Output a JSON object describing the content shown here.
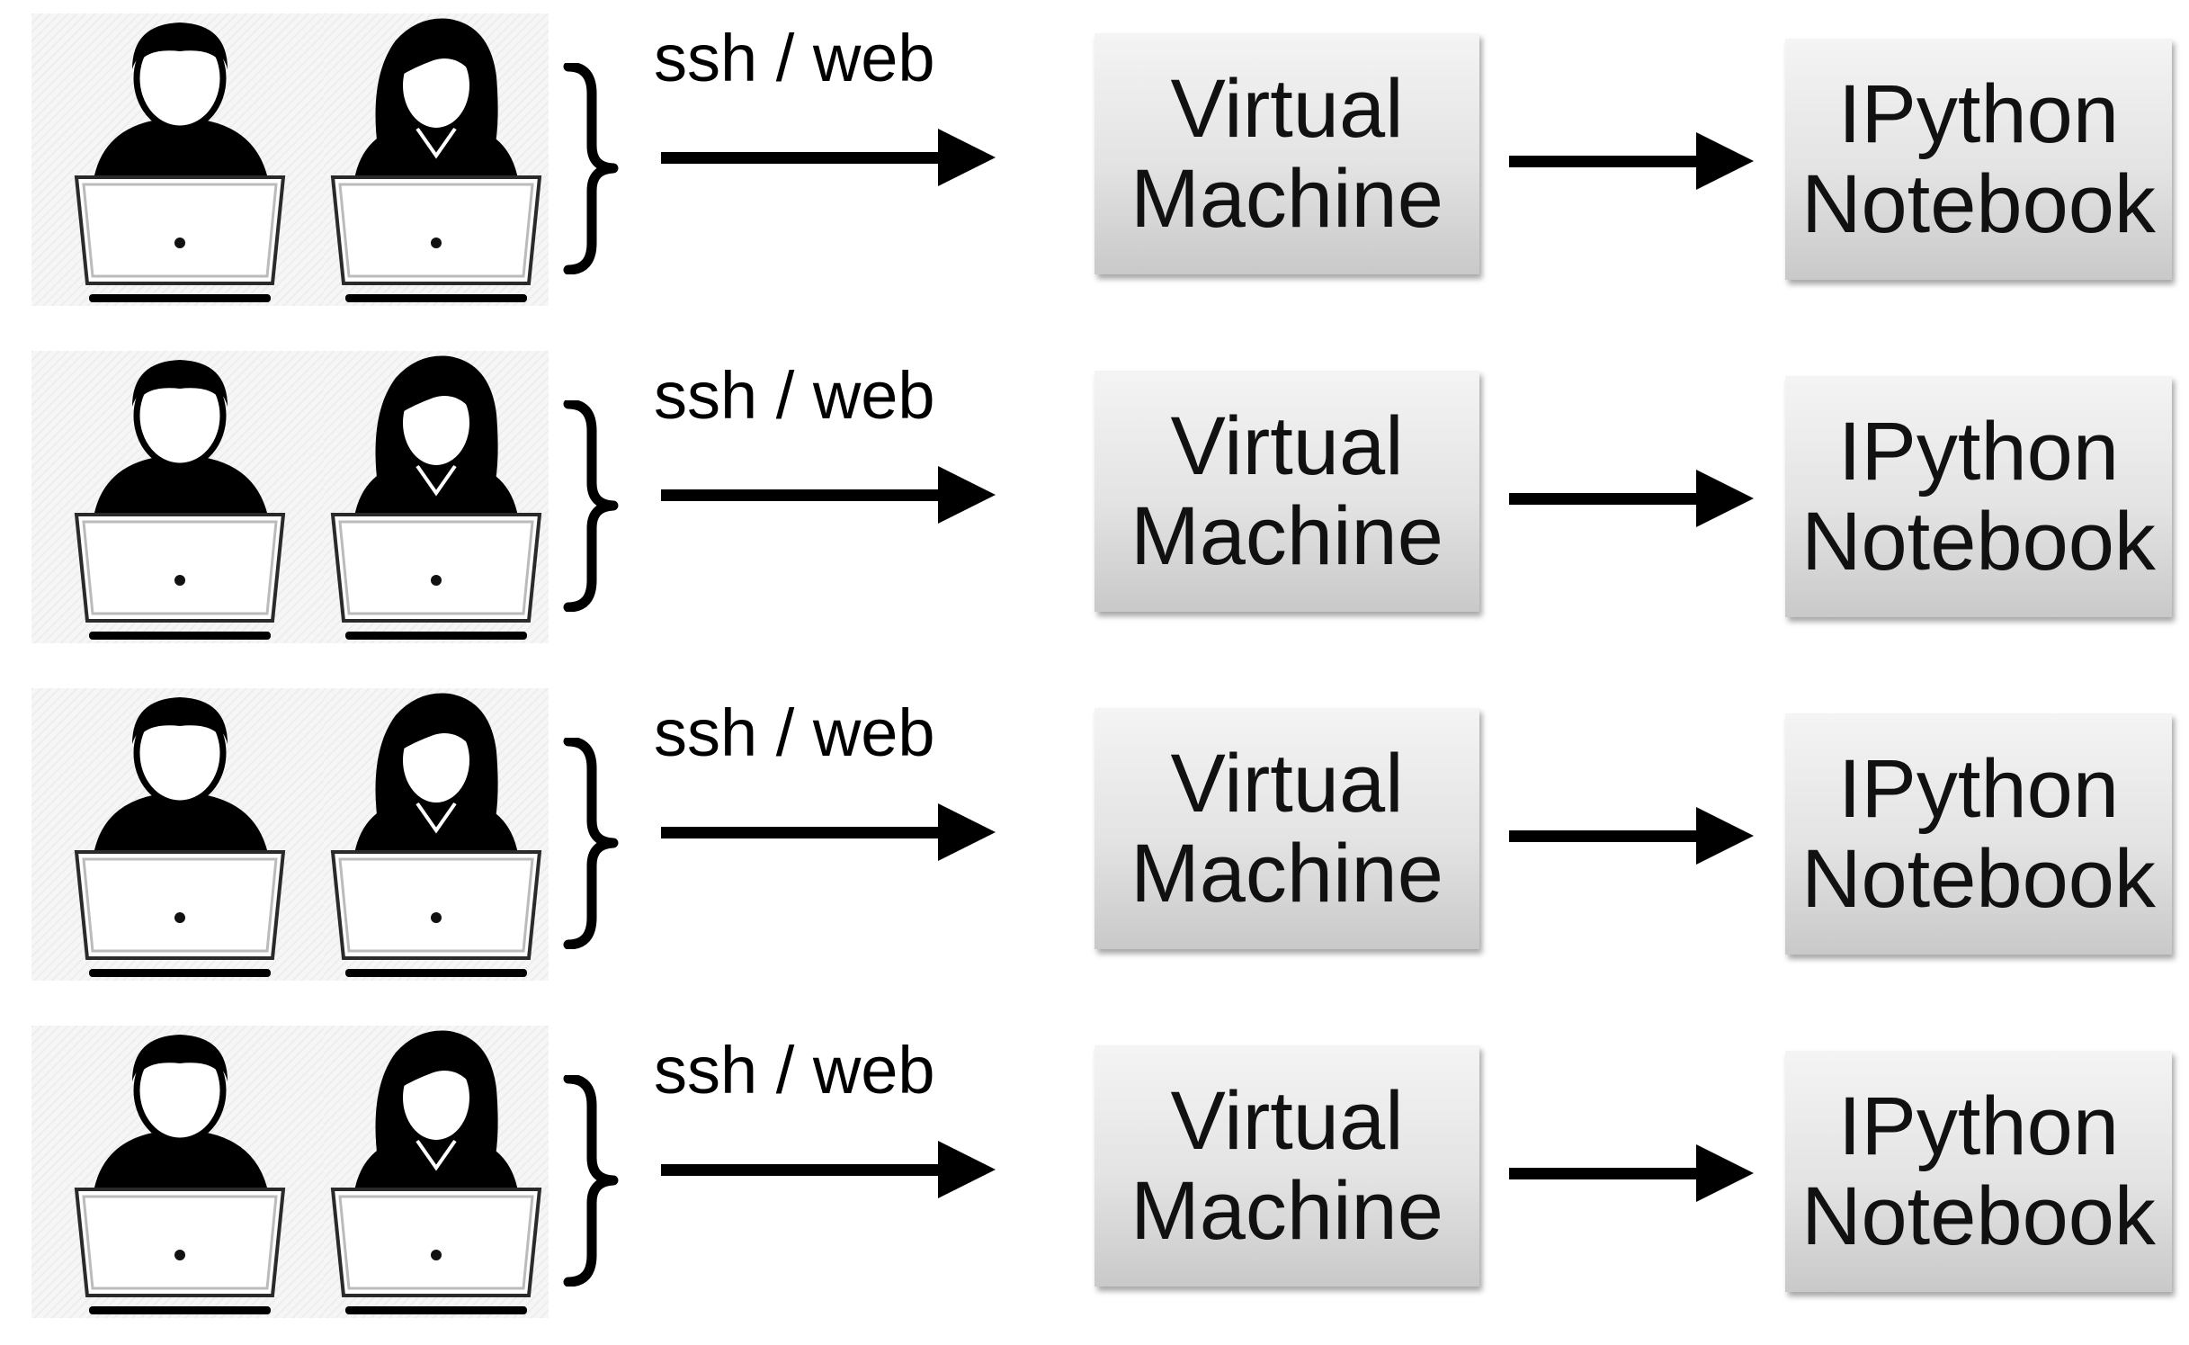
{
  "diagram": {
    "rows": [
      {
        "connection_label": "ssh / web",
        "vm_box": {
          "line1": "Virtual",
          "line2": "Machine"
        },
        "notebook_box": {
          "line1": "IPython",
          "line2": "Notebook"
        }
      },
      {
        "connection_label": "ssh / web",
        "vm_box": {
          "line1": "Virtual",
          "line2": "Machine"
        },
        "notebook_box": {
          "line1": "IPython",
          "line2": "Notebook"
        }
      },
      {
        "connection_label": "ssh / web",
        "vm_box": {
          "line1": "Virtual",
          "line2": "Machine"
        },
        "notebook_box": {
          "line1": "IPython",
          "line2": "Notebook"
        }
      },
      {
        "connection_label": "ssh / web",
        "vm_box": {
          "line1": "Virtual",
          "line2": "Machine"
        },
        "notebook_box": {
          "line1": "IPython",
          "line2": "Notebook"
        }
      }
    ],
    "icons": {
      "male_user": "male-user-laptop-icon",
      "female_user": "female-user-laptop-icon",
      "brace": "curly-brace-icon",
      "arrow": "arrow-right-icon"
    },
    "colors": {
      "ink": "#000000",
      "box_top": "#f4f4f4",
      "box_bottom": "#c9c9c9",
      "tile_bg": "#f6f6f6"
    }
  }
}
